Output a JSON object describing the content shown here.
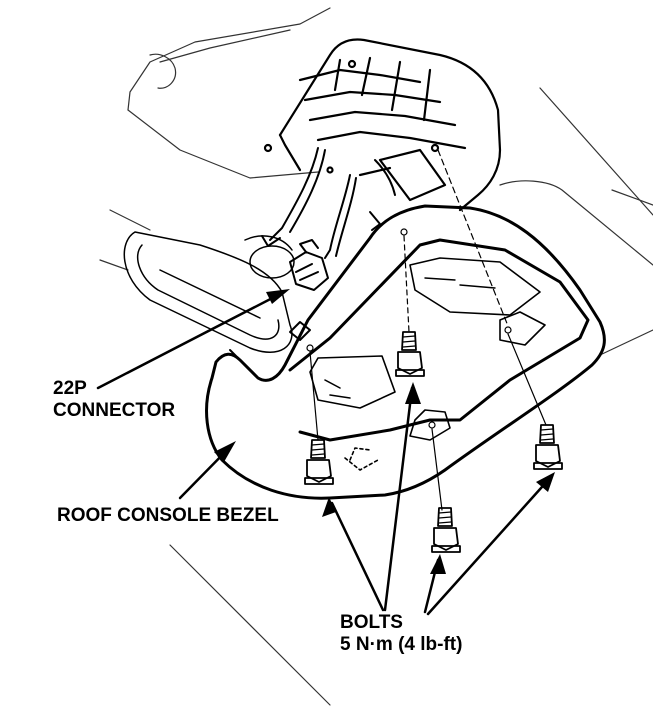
{
  "labels": {
    "connector_line1": "22P",
    "connector_line2": "CONNECTOR",
    "bezel": "ROOF CONSOLE BEZEL",
    "bolts_line1": "BOLTS",
    "bolts_line2": "5 N·m (4 lb-ft)"
  },
  "colors": {
    "ink": "#000000",
    "paper": "#ffffff",
    "thin_line": "#333333"
  }
}
